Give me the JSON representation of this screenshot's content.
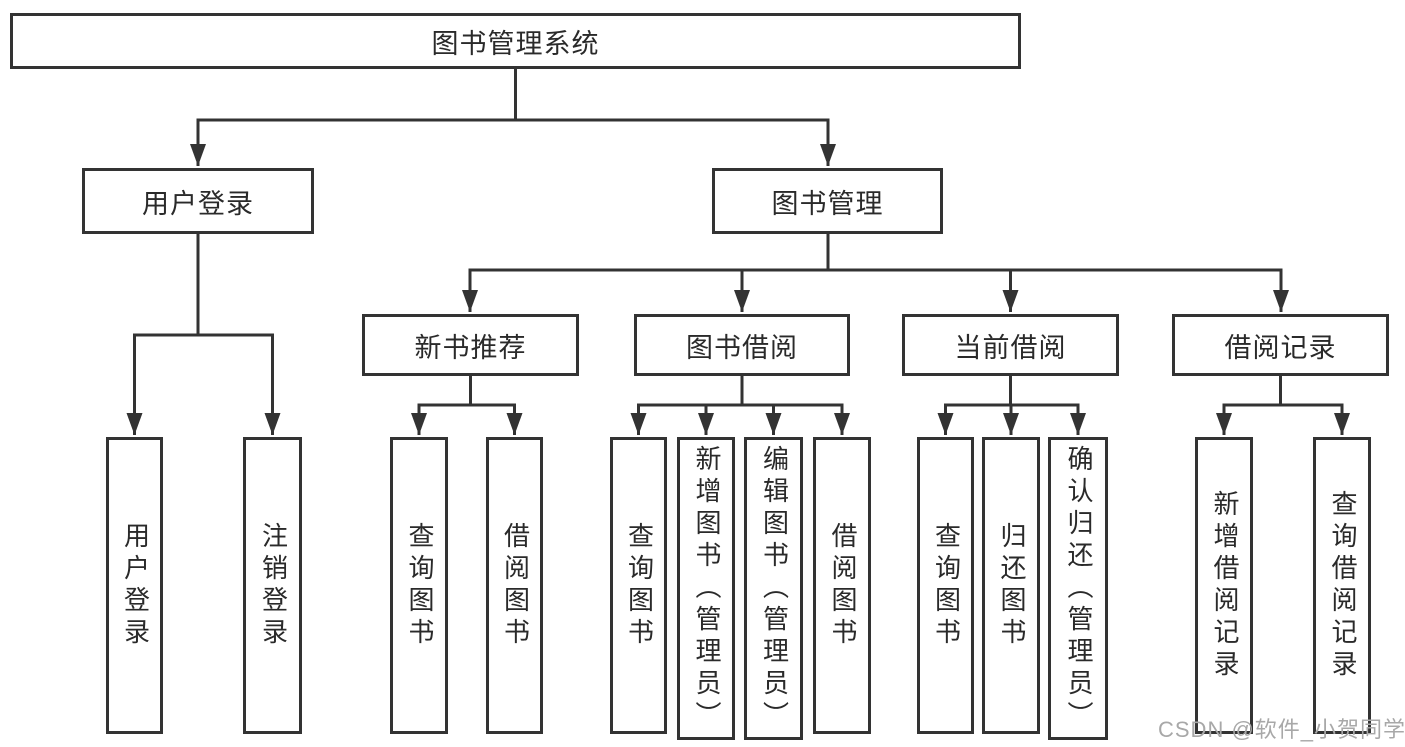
{
  "diagram": {
    "root": {
      "label": "图书管理系统"
    },
    "user_login": {
      "label": "用户登录",
      "children": [
        {
          "label": "用户登录"
        },
        {
          "label": "注销登录"
        }
      ]
    },
    "book_mgmt": {
      "label": "图书管理",
      "groups": [
        {
          "label": "新书推荐",
          "children": [
            {
              "label": "查询图书"
            },
            {
              "label": "借阅图书"
            }
          ]
        },
        {
          "label": "图书借阅",
          "children": [
            {
              "label": "查询图书"
            },
            {
              "label": "新增图书（管理员）"
            },
            {
              "label": "编辑图书（管理员）"
            },
            {
              "label": "借阅图书"
            }
          ]
        },
        {
          "label": "当前借阅",
          "children": [
            {
              "label": "查询图书"
            },
            {
              "label": "归还图书"
            },
            {
              "label": "确认归还（管理员）"
            }
          ]
        },
        {
          "label": "借阅记录",
          "children": [
            {
              "label": "新增借阅记录"
            },
            {
              "label": "查询借阅记录"
            }
          ]
        }
      ]
    }
  },
  "watermark": {
    "text": "CSDN @软件_小贺同学"
  },
  "colors": {
    "line": "#333333",
    "text": "#2a2a2a",
    "box_background": "#ffffff",
    "page_background": "#ffffff",
    "watermark": "#a8a8a8"
  }
}
